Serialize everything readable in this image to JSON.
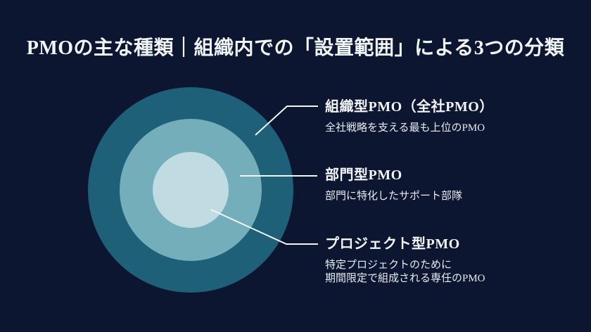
{
  "slide": {
    "title": "PMOの主な種類｜組織内での「設置範囲」による3つの分類",
    "background_color": "#0c1631",
    "text_color": "#f2f5f8"
  },
  "diagram": {
    "type": "concentric-circles",
    "line_color": "#f2f5f8",
    "rings": [
      {
        "name": "organizational-pmo-ring",
        "label": "組織型PMO（全社PMO）",
        "color": "#1e6078"
      },
      {
        "name": "departmental-pmo-ring",
        "label": "部門型PMO",
        "color": "#74aebb"
      },
      {
        "name": "project-pmo-ring",
        "label": "プロジェクト型PMO",
        "color": "#c0dbe1"
      }
    ]
  },
  "labels": [
    {
      "heading": "組織型PMO（全社PMO）",
      "description": "全社戦略を支える最も上位のPMO"
    },
    {
      "heading": "部門型PMO",
      "description": "部門に特化したサポート部隊"
    },
    {
      "heading": "プロジェクト型PMO",
      "description": "特定プロジェクトのために\n期間限定で組成される専任のPMO"
    }
  ]
}
